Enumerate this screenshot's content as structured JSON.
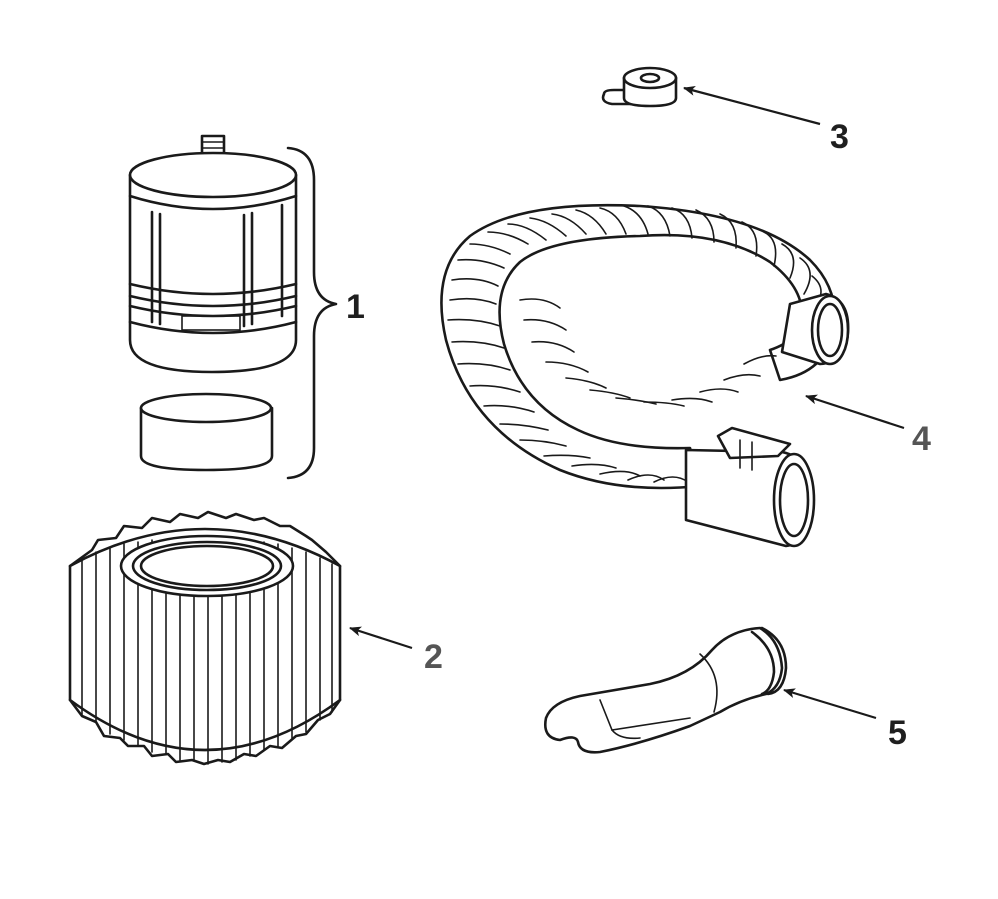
{
  "diagram": {
    "callouts": [
      {
        "id": "1",
        "label": "1"
      },
      {
        "id": "2",
        "label": "2"
      },
      {
        "id": "3",
        "label": "3"
      },
      {
        "id": "4",
        "label": "4"
      },
      {
        "id": "5",
        "label": "5"
      }
    ],
    "parts": [
      {
        "callout": "1",
        "icon": "cartridge-filter-assembly-icon"
      },
      {
        "callout": "2",
        "icon": "pleated-filter-icon"
      },
      {
        "callout": "3",
        "icon": "filter-nut-icon"
      },
      {
        "callout": "4",
        "icon": "flexible-hose-icon"
      },
      {
        "callout": "5",
        "icon": "crevice-tool-icon"
      }
    ],
    "colors": {
      "ink": "#1a1a1a",
      "callout_dark": "#1f1f1f",
      "callout_grey": "#555555",
      "background": "#ffffff"
    }
  }
}
